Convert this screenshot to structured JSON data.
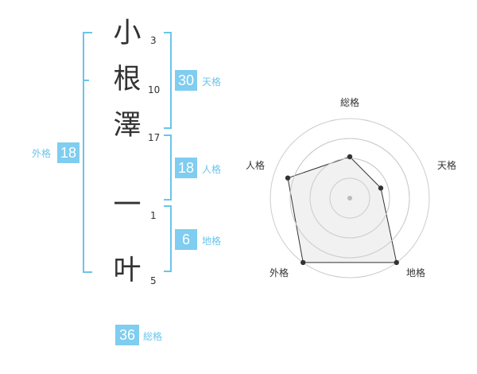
{
  "name": {
    "chars": [
      {
        "char": "小",
        "strokes": "3"
      },
      {
        "char": "根",
        "strokes": "10"
      },
      {
        "char": "澤",
        "strokes": "17"
      },
      {
        "char": "一",
        "strokes": "1"
      },
      {
        "char": "叶",
        "strokes": "5"
      }
    ]
  },
  "fortune": {
    "tenkaku": {
      "value": "30",
      "label": "天格"
    },
    "jinkaku": {
      "value": "18",
      "label": "人格"
    },
    "chikaku": {
      "value": "6",
      "label": "地格"
    },
    "gaikaku": {
      "value": "18",
      "label": "外格"
    },
    "soukaku": {
      "value": "36",
      "label": "総格"
    }
  },
  "chart_data": {
    "type": "radar",
    "categories": [
      "総格",
      "天格",
      "地格",
      "外格",
      "人格"
    ],
    "values": [
      0.52,
      0.41,
      1.0,
      1.0,
      0.82
    ],
    "grid_rings": 4,
    "colors": {
      "fill": "#eeeeee",
      "line": "#333333",
      "grid": "#cccccc",
      "accent": "#7fcdf0"
    }
  }
}
